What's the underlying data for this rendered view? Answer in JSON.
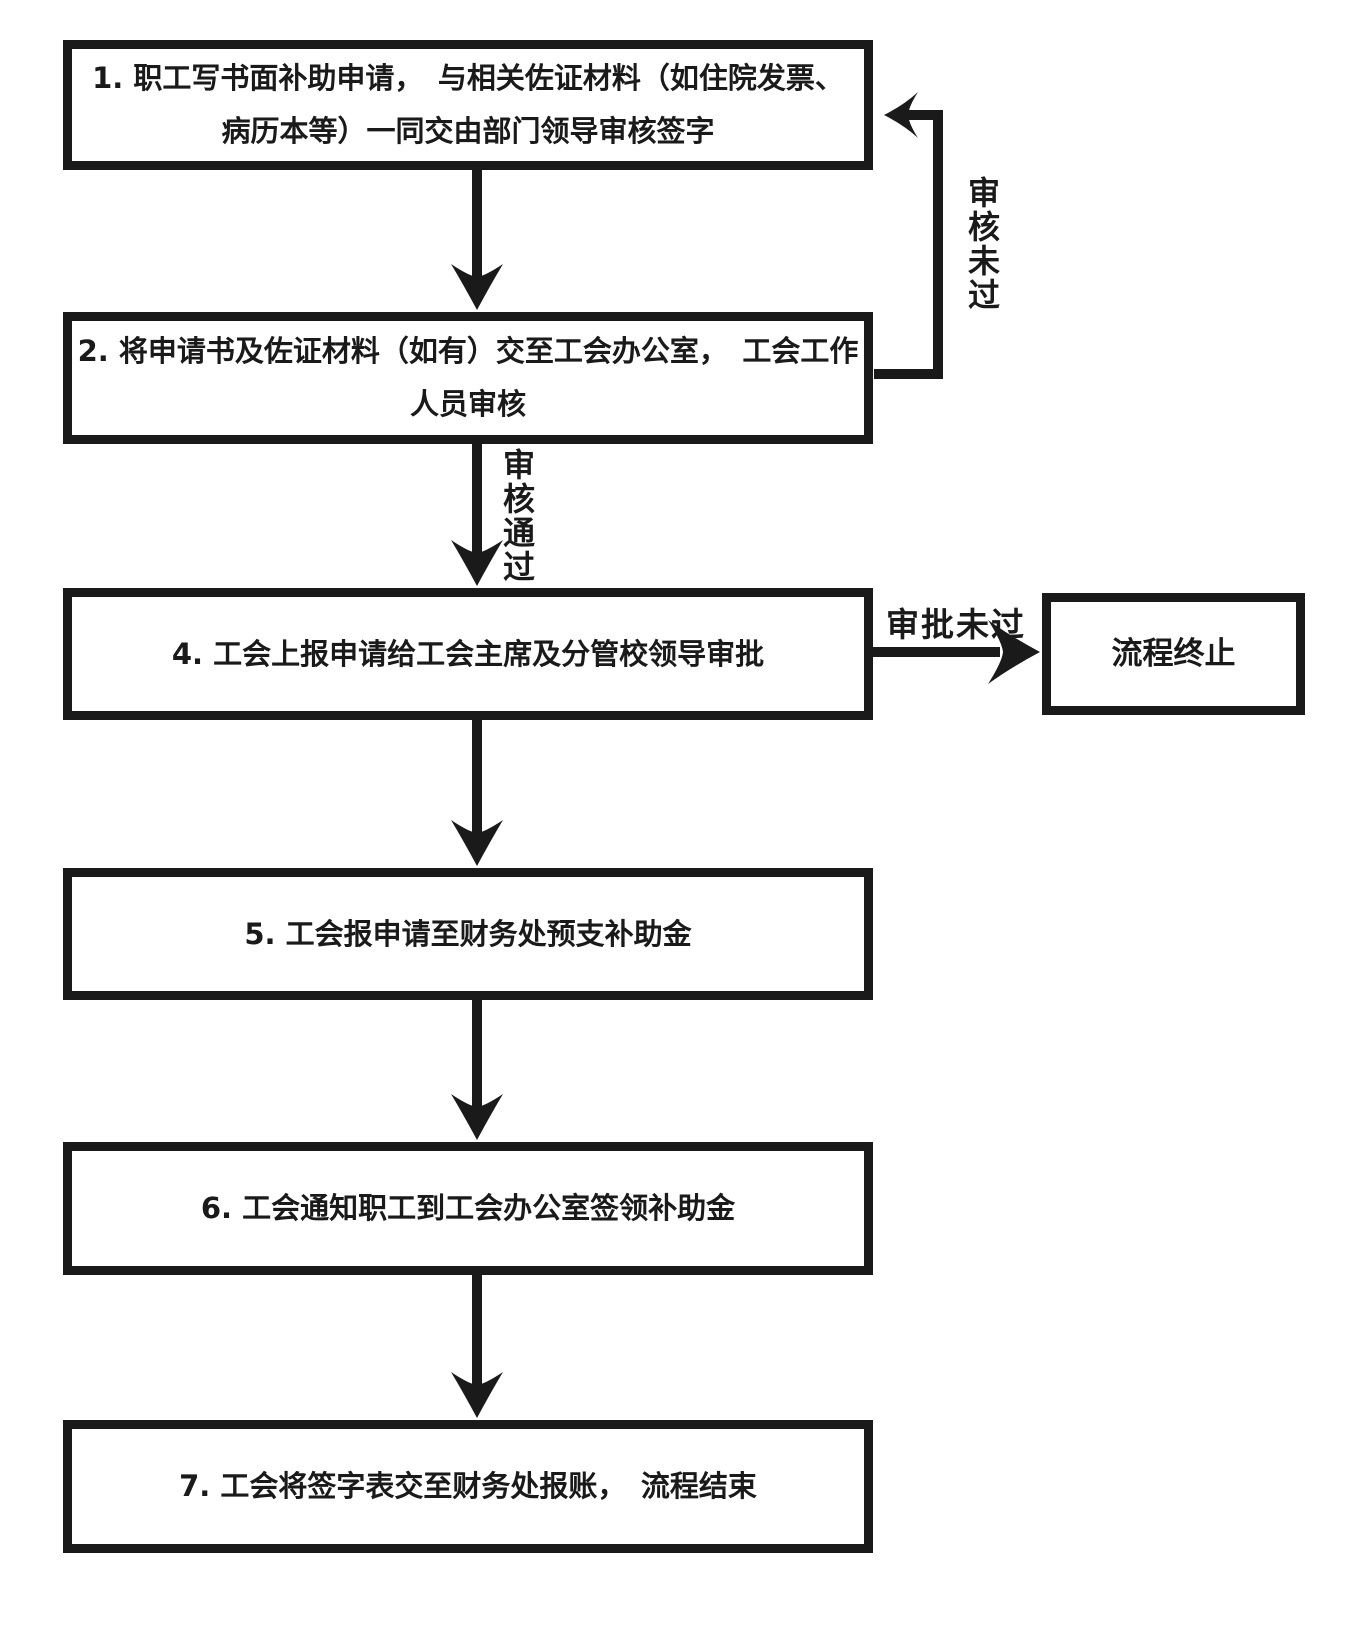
{
  "diagram": {
    "type": "flowchart",
    "colors": {
      "ink": "#1a1a1a",
      "background": "#ffffff"
    },
    "nodes": {
      "step1": {
        "lines": [
          "1. 职工写书面补助申请，　与相关佐证材料（如住院发票、",
          "病历本等）一同交由部门领导审核签字"
        ]
      },
      "step2": {
        "lines": [
          "2. 将申请书及佐证材料（如有）交至工会办公室，　工会工作",
          "人员审核"
        ]
      },
      "step4": {
        "lines": [
          "4. 工会上报申请给工会主席及分管校领导审批"
        ]
      },
      "step5": {
        "lines": [
          "5. 工会报申请至财务处预支补助金"
        ]
      },
      "step6": {
        "lines": [
          "6. 工会通知职工到工会办公室签领补助金"
        ]
      },
      "step7": {
        "lines": [
          "7. 工会将签字表交至财务处报账，　流程结束"
        ]
      },
      "terminate": {
        "lines": [
          "流程终止"
        ]
      }
    },
    "edges": [
      {
        "from": "step1",
        "to": "step2",
        "label": ""
      },
      {
        "from": "step2",
        "to": "step1",
        "label": "审核未过"
      },
      {
        "from": "step2",
        "to": "step4",
        "label": "审核通过"
      },
      {
        "from": "step4",
        "to": "terminate",
        "label": "审批未过"
      },
      {
        "from": "step4",
        "to": "step5",
        "label": ""
      },
      {
        "from": "step5",
        "to": "step6",
        "label": ""
      },
      {
        "from": "step6",
        "to": "step7",
        "label": ""
      }
    ]
  }
}
